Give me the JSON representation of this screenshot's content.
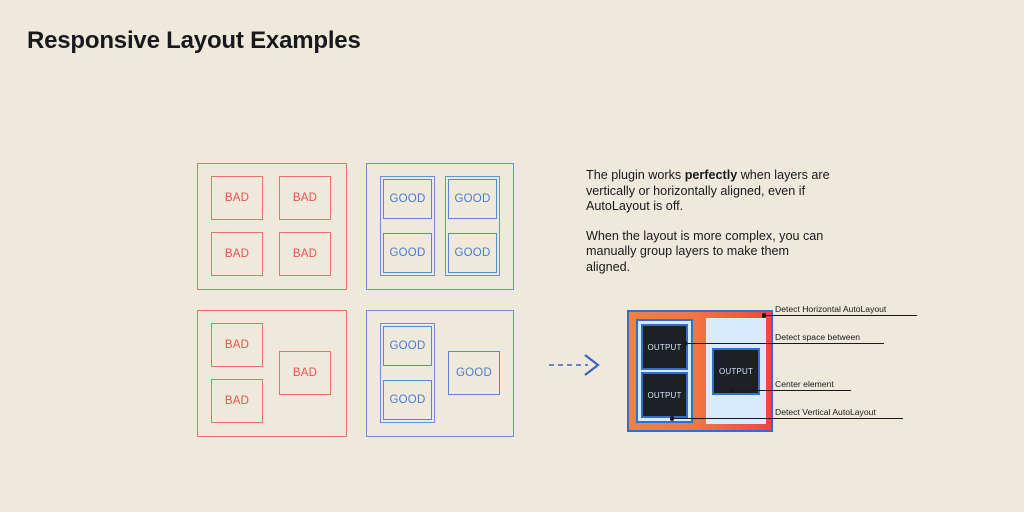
{
  "page": {
    "title": "Responsive Layout Examples",
    "background_color": "#efe9dc",
    "title_color": "#17191c"
  },
  "colors": {
    "bad_border": "#e8736d",
    "bad_text": "#e8534e",
    "good_border": "#5b86d8",
    "good_text": "#4a7bd4",
    "diagram_border": "#2f6fd0",
    "diagram_gradient_start": "#f2803f",
    "diagram_gradient_end": "#f4453f",
    "panel_fill": "#d8eafd",
    "output_box_fill": "#1d2024",
    "output_text": "#cfe3fb",
    "annotation": "#17191c",
    "arrow": "#3a63c0"
  },
  "examples": [
    {
      "id": "bad-grid-aligned",
      "kind": "bad",
      "boxes": [
        {
          "label": "BAD"
        },
        {
          "label": "BAD"
        },
        {
          "label": "BAD"
        },
        {
          "label": "BAD"
        }
      ]
    },
    {
      "id": "good-grid-aligned",
      "kind": "good",
      "boxes": [
        {
          "label": "GOOD"
        },
        {
          "label": "GOOD"
        },
        {
          "label": "GOOD"
        },
        {
          "label": "GOOD"
        }
      ]
    },
    {
      "id": "bad-complex-layout",
      "kind": "bad",
      "boxes": [
        {
          "label": "BAD"
        },
        {
          "label": "BAD"
        },
        {
          "label": "BAD"
        }
      ]
    },
    {
      "id": "good-complex-layout",
      "kind": "good",
      "boxes": [
        {
          "label": "GOOD"
        },
        {
          "label": "GOOD"
        },
        {
          "label": "GOOD"
        }
      ]
    }
  ],
  "copy": {
    "paragraph1_part1": "The plugin works ",
    "paragraph1_bold": "perfectly",
    "paragraph1_part2": " when layers are vertically or horizontally aligned, even if AutoLayout is off.",
    "paragraph2": "When the layout is more complex, you can manually group layers to make them aligned."
  },
  "arrow": {
    "icon": "arrow-right-dashed-icon"
  },
  "diagram": {
    "output_boxes": [
      {
        "label": "OUTPUT"
      },
      {
        "label": "OUTPUT"
      },
      {
        "label": "OUTPUT"
      }
    ],
    "annotations": [
      {
        "id": "detect-horizontal-autolayout",
        "label": "Detect Horizontal AutoLayout"
      },
      {
        "id": "detect-space-between",
        "label": "Detect space between"
      },
      {
        "id": "center-element",
        "label": "Center element"
      },
      {
        "id": "detect-vertical-autolayout",
        "label": "Detect Vertical AutoLayout"
      }
    ]
  }
}
